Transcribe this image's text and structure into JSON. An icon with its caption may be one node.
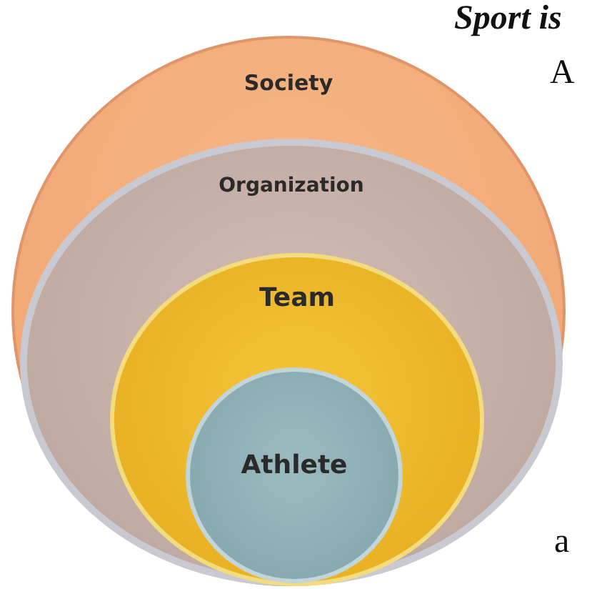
{
  "diagram": {
    "nodes": [
      {
        "text": [
          "Society"
        ]
      },
      {
        "text": [
          "Organization"
        ],
        "in": 0
      },
      {
        "text": [
          "Team"
        ],
        "in": 1
      },
      {
        "text": [
          "Athlete"
        ],
        "in": 2
      }
    ],
    "labels": [
      "Sport is",
      "A",
      "a"
    ]
  }
}
